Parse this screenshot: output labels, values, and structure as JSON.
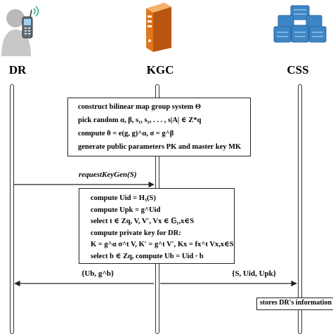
{
  "actors": {
    "dr": {
      "label": "DR"
    },
    "kgc": {
      "label": "KGC"
    },
    "css": {
      "label": "CSS"
    }
  },
  "setup_box": {
    "lines": [
      "construct bilinear map group system  Θ",
      "pick random  α, β, s₁, s₂, . . . , s|A| ∈ Z*q",
      "compute  θ = e(g, g)^α, σ = g^β",
      "generate public parameters  PK  and master key  MK"
    ]
  },
  "request_message": {
    "label": "requestKeyGen(S)"
  },
  "keygen_box": {
    "lines": [
      "compute  Uid = H₃(S)",
      "compute  Upk = g^Uid",
      "select  t ∈ Zq, V, V′, Vx ∈ 𝔾₁,x∈S",
      "compute private key for DR:",
      "K = g^α σ^t V,  K′ = g^t V′,  Kx = fx^t Vx,x∈S",
      "select  b ∈ Zq, compute  Ub = Uid · b"
    ]
  },
  "reply_to_dr": {
    "label": "{Ub, g^b}"
  },
  "send_to_css": {
    "label": "{S, Uid, Upk}"
  },
  "css_note": {
    "label": "stores DR's information"
  }
}
